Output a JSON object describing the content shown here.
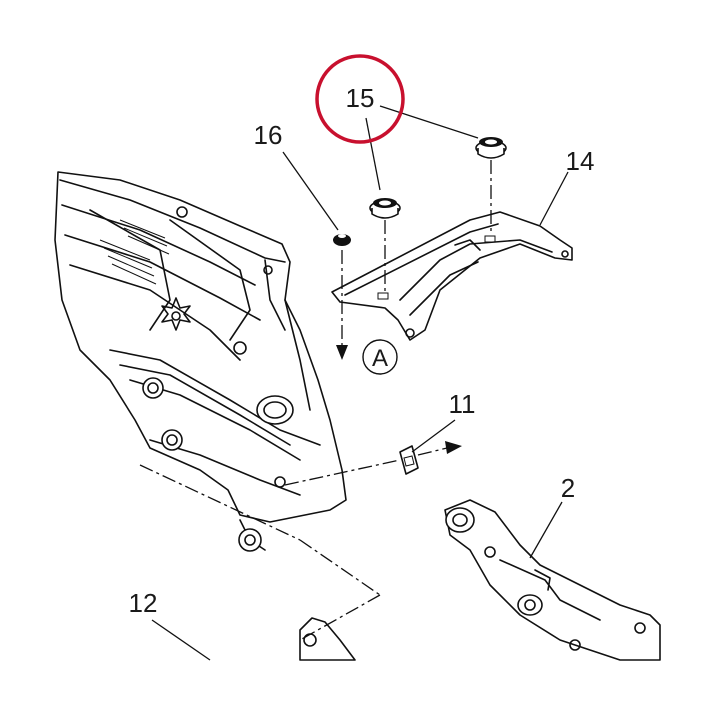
{
  "callouts": {
    "c15": "15",
    "c16": "16",
    "c14": "14",
    "c11": "11",
    "c2": "2",
    "c12": "12",
    "detail_a": "A"
  },
  "colors": {
    "ink": "#111111",
    "highlight_ring": "#c8102e",
    "background": "#ffffff"
  }
}
